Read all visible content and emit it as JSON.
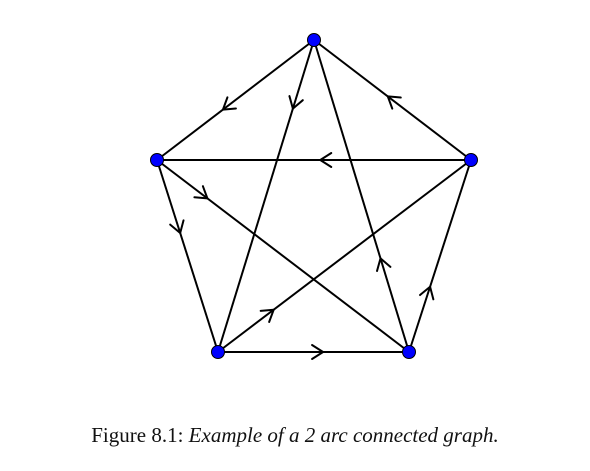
{
  "figure": {
    "caption_label": "Figure 8.1:",
    "caption_text": "Example of a 2 arc connected graph."
  },
  "colors": {
    "node_fill": "#0000ff",
    "node_stroke": "#000000",
    "edge": "#000000",
    "background": "#ffffff"
  },
  "graph": {
    "nodes": [
      {
        "id": "top"
      },
      {
        "id": "left"
      },
      {
        "id": "right"
      },
      {
        "id": "bottom-left"
      },
      {
        "id": "bottom-right"
      }
    ],
    "arcs": [
      {
        "from": "top",
        "to": "left"
      },
      {
        "from": "right",
        "to": "top"
      },
      {
        "from": "right",
        "to": "left"
      },
      {
        "from": "left",
        "to": "bottom-left"
      },
      {
        "from": "left",
        "to": "bottom-right"
      },
      {
        "from": "top",
        "to": "bottom-left"
      },
      {
        "from": "bottom-right",
        "to": "top"
      },
      {
        "from": "bottom-left",
        "to": "right"
      },
      {
        "from": "bottom-right",
        "to": "right"
      },
      {
        "from": "bottom-left",
        "to": "bottom-right"
      }
    ]
  }
}
